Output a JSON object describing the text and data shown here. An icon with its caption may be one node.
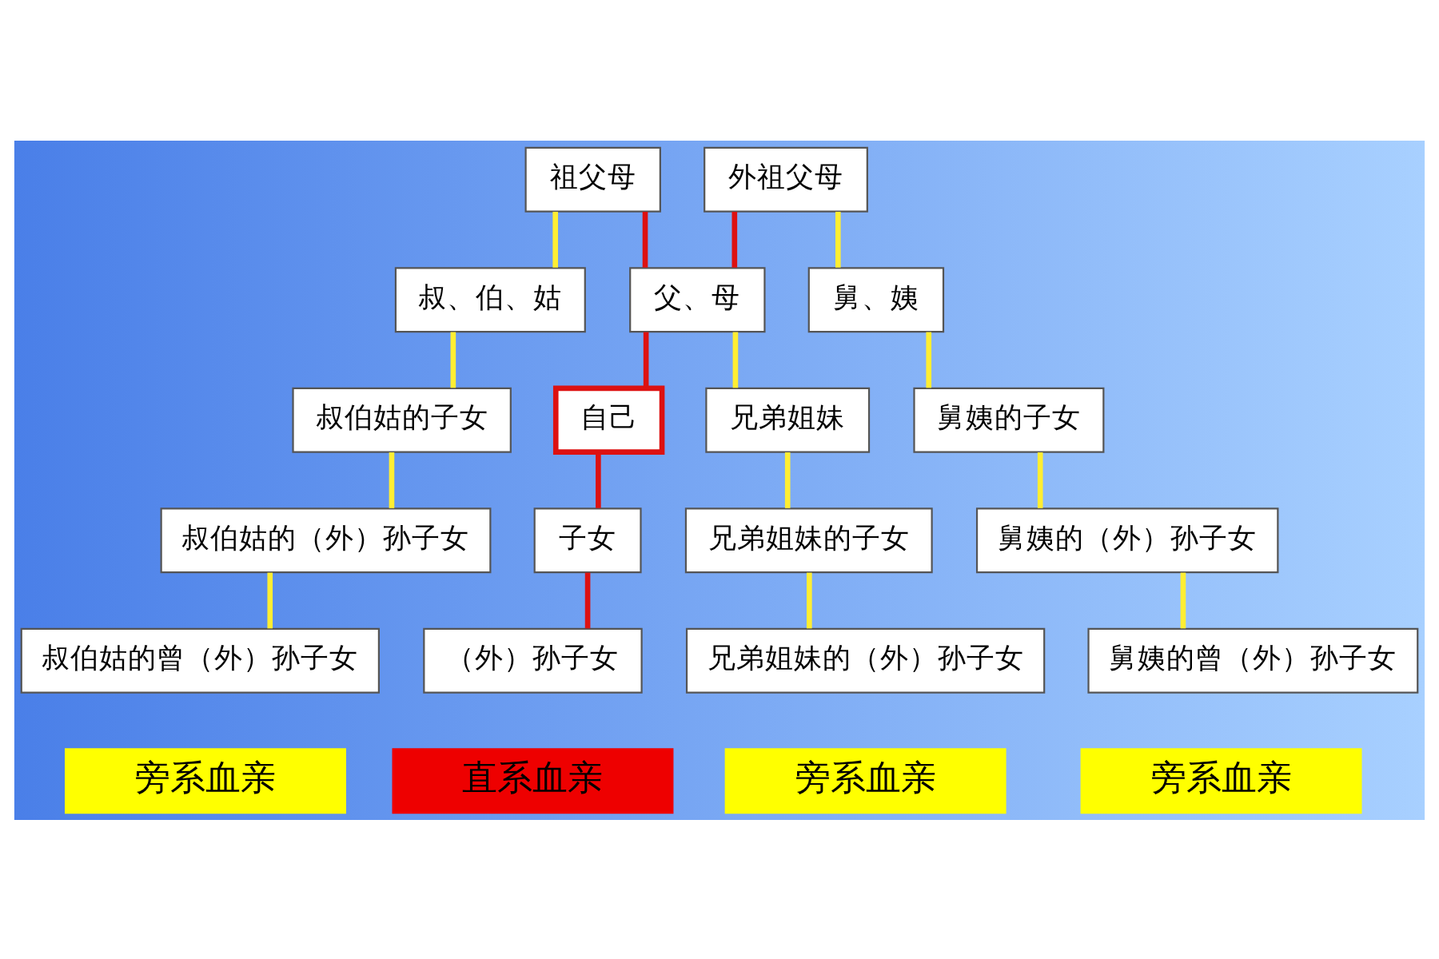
{
  "diagram": {
    "nodes": [
      {
        "text": [
          "祖父母"
        ]
      },
      {
        "text": [
          "外祖父母"
        ]
      },
      {
        "text": [
          "叔、伯、姑"
        ]
      },
      {
        "text": [
          "父、母"
        ]
      },
      {
        "text": [
          "舅、姨"
        ]
      },
      {
        "text": [
          "叔伯姑的子女"
        ]
      },
      {
        "text": [
          "自己"
        ]
      },
      {
        "text": [
          "兄弟姐妹"
        ]
      },
      {
        "text": [
          "舅姨的子女"
        ]
      },
      {
        "text": [
          "叔伯姑的（外）孙子女"
        ]
      },
      {
        "text": [
          "子女"
        ]
      },
      {
        "text": [
          "兄弟姐妹的子女"
        ]
      },
      {
        "text": [
          "舅姨的（外）孙子女"
        ]
      },
      {
        "text": [
          "叔伯姑的曾（外）孙子女"
        ]
      },
      {
        "text": [
          "（外）孙子女"
        ]
      },
      {
        "text": [
          "兄弟姐妹的（外）孙子女"
        ]
      },
      {
        "text": [
          "舅姨的曾（外）孙子女"
        ]
      },
      {
        "text": [
          "旁系血亲"
        ]
      },
      {
        "text": [
          "直系血亲"
        ]
      },
      {
        "text": [
          "旁系血亲"
        ]
      },
      {
        "text": [
          "旁系血亲"
        ]
      }
    ],
    "edges": [
      {
        "from": 0,
        "to": 3,
        "arrow": "none",
        "color": "#dd1111"
      },
      {
        "from": 1,
        "to": 3,
        "arrow": "none",
        "color": "#dd1111"
      },
      {
        "from": 0,
        "to": 2,
        "arrow": "none"
      },
      {
        "from": 1,
        "to": 4,
        "arrow": "none"
      },
      {
        "from": 3,
        "to": 6,
        "arrow": "none",
        "color": "#dd1111"
      },
      {
        "from": 3,
        "to": 7,
        "arrow": "none"
      },
      {
        "from": 2,
        "to": 5,
        "arrow": "none"
      },
      {
        "from": 4,
        "to": 8,
        "arrow": "none"
      },
      {
        "from": 5,
        "to": 9,
        "arrow": "none"
      },
      {
        "from": 6,
        "to": 10,
        "arrow": "none",
        "color": "#dd1111"
      },
      {
        "from": 7,
        "to": 11,
        "arrow": "none"
      },
      {
        "from": 8,
        "to": 12,
        "arrow": "none"
      },
      {
        "from": 9,
        "to": 13,
        "arrow": "none"
      },
      {
        "from": 10,
        "to": 14,
        "arrow": "none",
        "color": "#dd1111"
      },
      {
        "from": 11,
        "to": 15,
        "arrow": "none"
      },
      {
        "from": 12,
        "to": 16,
        "arrow": "none"
      }
    ]
  }
}
